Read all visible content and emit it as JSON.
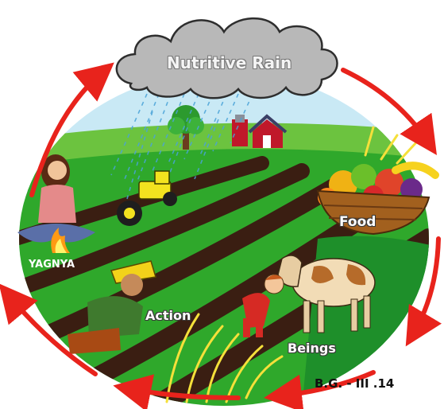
{
  "labels": {
    "rain": "Nutritive Rain",
    "food": "Food",
    "yagnya": "YAGNYA",
    "action": "Action",
    "beings": "Beings",
    "reference": "B.G. - III .14"
  },
  "colors": {
    "arrow": "#e8231c",
    "sky": "#c9e9f5",
    "field": "#2fa82b",
    "soil": "#3a1e12",
    "cloud": "#b8b8b8",
    "wheat": "#f5e03a"
  },
  "icons": [
    "cloud-icon",
    "rain-icon",
    "tree-icon",
    "barn-icon",
    "tractor-icon",
    "fruit-basket-icon",
    "cow-icon",
    "child-icon",
    "farmer-icon",
    "woman-icon",
    "fire-icon",
    "cycle-arrow-icon"
  ]
}
